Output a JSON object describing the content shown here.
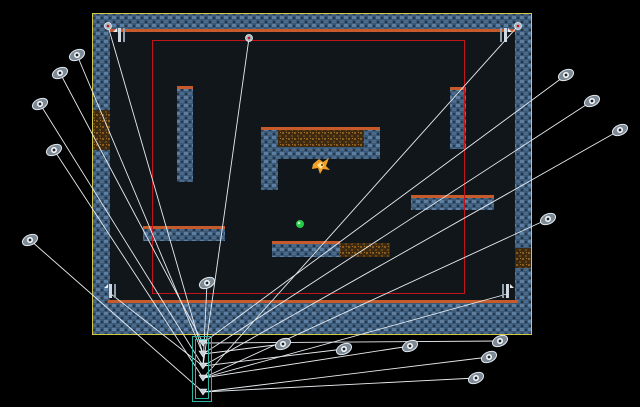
{
  "level": {
    "name": "",
    "colors": {
      "background": "#000000",
      "room_fill": "#101619",
      "stone": "#3b5876",
      "stone_light": "#5b7ea1",
      "stone_dark": "#1f3246",
      "edge_orange": "#c65a2a",
      "moss": "#5a3a12",
      "room_border": "#d2c84a",
      "camera_bounds": "#c0151b",
      "link_line": "#e8ecf0",
      "selection_box": "#2bb3a3",
      "player_orange": "#f0a028",
      "goal_green": "#29c94a"
    }
  },
  "entities": {
    "player": {
      "icon": "flame-bird-icon"
    },
    "goal": {
      "icon": "green-orb-icon"
    },
    "camera_nodes": {
      "icon": "eye-pod-icon",
      "count": 16
    },
    "spawners": {
      "icon": "bracket-spawner-icon",
      "count": 4
    },
    "hub_slots": {
      "icon": "hub-slot-icon",
      "count": 5
    }
  }
}
